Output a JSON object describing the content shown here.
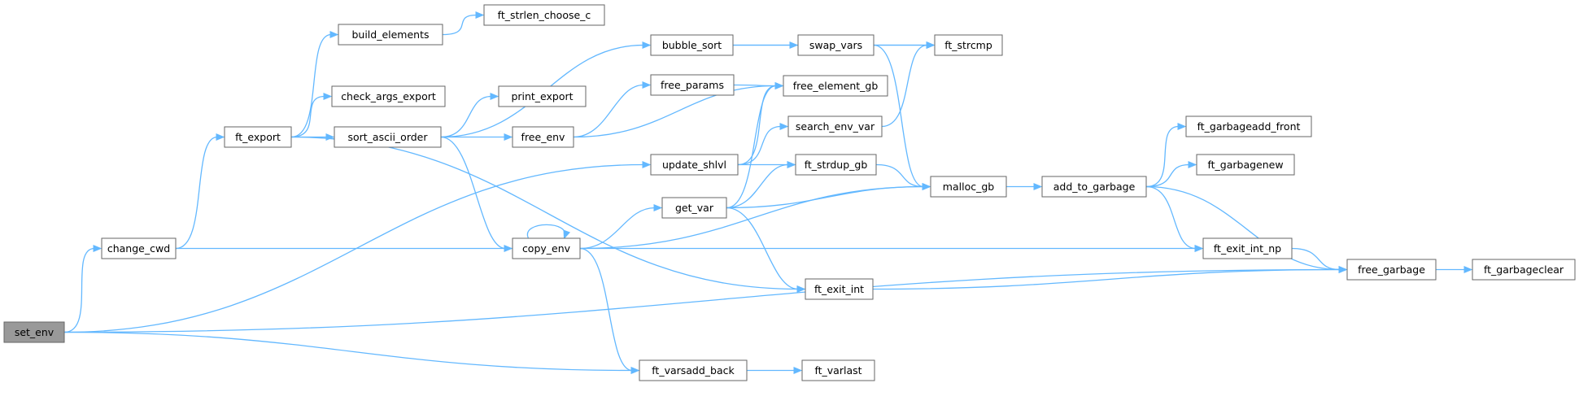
{
  "root": "set_env",
  "colors": {
    "edge": "#63b8ff",
    "node_border": "#666666",
    "node_fill": "#ffffff",
    "root_fill": "#999999"
  },
  "nodes": [
    {
      "id": "set_env",
      "label": "set_env"
    },
    {
      "id": "change_cwd",
      "label": "change_cwd"
    },
    {
      "id": "ft_export",
      "label": "ft_export"
    },
    {
      "id": "build_elements",
      "label": "build_elements"
    },
    {
      "id": "ft_strlen_choose_c",
      "label": "ft_strlen_choose_c"
    },
    {
      "id": "check_args_export",
      "label": "check_args_export"
    },
    {
      "id": "sort_ascii_order",
      "label": "sort_ascii_order"
    },
    {
      "id": "bubble_sort",
      "label": "bubble_sort"
    },
    {
      "id": "print_export",
      "label": "print_export"
    },
    {
      "id": "free_env",
      "label": "free_env"
    },
    {
      "id": "free_params",
      "label": "free_params"
    },
    {
      "id": "swap_vars",
      "label": "swap_vars"
    },
    {
      "id": "ft_strcmp",
      "label": "ft_strcmp"
    },
    {
      "id": "free_element_gb",
      "label": "free_element_gb"
    },
    {
      "id": "search_env_var",
      "label": "search_env_var"
    },
    {
      "id": "update_shlvl",
      "label": "update_shlvl"
    },
    {
      "id": "ft_strdup_gb",
      "label": "ft_strdup_gb"
    },
    {
      "id": "get_var",
      "label": "get_var"
    },
    {
      "id": "copy_env",
      "label": "copy_env"
    },
    {
      "id": "malloc_gb",
      "label": "malloc_gb"
    },
    {
      "id": "add_to_garbage",
      "label": "add_to_garbage"
    },
    {
      "id": "ft_garbageadd_front",
      "label": "ft_garbageadd_front"
    },
    {
      "id": "ft_garbagenew",
      "label": "ft_garbagenew"
    },
    {
      "id": "ft_exit_int_np",
      "label": "ft_exit_int_np"
    },
    {
      "id": "free_garbage",
      "label": "free_garbage"
    },
    {
      "id": "ft_garbageclear",
      "label": "ft_garbageclear"
    },
    {
      "id": "ft_exit_int",
      "label": "ft_exit_int"
    },
    {
      "id": "ft_varsadd_back",
      "label": "ft_varsadd_back"
    },
    {
      "id": "ft_varlast",
      "label": "ft_varlast"
    }
  ],
  "edges": [
    [
      "set_env",
      "change_cwd"
    ],
    [
      "set_env",
      "update_shlvl"
    ],
    [
      "set_env",
      "ft_varsadd_back"
    ],
    [
      "set_env",
      "free_garbage"
    ],
    [
      "change_cwd",
      "ft_export"
    ],
    [
      "change_cwd",
      "ft_exit_int_np"
    ],
    [
      "ft_export",
      "build_elements"
    ],
    [
      "ft_export",
      "check_args_export"
    ],
    [
      "ft_export",
      "sort_ascii_order"
    ],
    [
      "ft_export",
      "ft_exit_int"
    ],
    [
      "build_elements",
      "ft_strlen_choose_c"
    ],
    [
      "sort_ascii_order",
      "bubble_sort"
    ],
    [
      "sort_ascii_order",
      "print_export"
    ],
    [
      "sort_ascii_order",
      "free_env"
    ],
    [
      "sort_ascii_order",
      "copy_env"
    ],
    [
      "bubble_sort",
      "swap_vars"
    ],
    [
      "bubble_sort",
      "ft_strcmp"
    ],
    [
      "swap_vars",
      "ft_strcmp"
    ],
    [
      "swap_vars",
      "malloc_gb"
    ],
    [
      "free_env",
      "free_params"
    ],
    [
      "free_env",
      "free_element_gb"
    ],
    [
      "free_params",
      "free_element_gb"
    ],
    [
      "update_shlvl",
      "free_element_gb"
    ],
    [
      "update_shlvl",
      "search_env_var"
    ],
    [
      "update_shlvl",
      "ft_strdup_gb"
    ],
    [
      "search_env_var",
      "ft_strcmp"
    ],
    [
      "copy_env",
      "copy_env"
    ],
    [
      "copy_env",
      "get_var"
    ],
    [
      "copy_env",
      "malloc_gb"
    ],
    [
      "copy_env",
      "ft_varsadd_back"
    ],
    [
      "get_var",
      "free_element_gb"
    ],
    [
      "get_var",
      "ft_strdup_gb"
    ],
    [
      "get_var",
      "malloc_gb"
    ],
    [
      "get_var",
      "ft_exit_int"
    ],
    [
      "ft_strdup_gb",
      "malloc_gb"
    ],
    [
      "malloc_gb",
      "add_to_garbage"
    ],
    [
      "add_to_garbage",
      "ft_garbageadd_front"
    ],
    [
      "add_to_garbage",
      "ft_garbagenew"
    ],
    [
      "add_to_garbage",
      "ft_exit_int_np"
    ],
    [
      "add_to_garbage",
      "free_garbage"
    ],
    [
      "ft_exit_int_np",
      "free_garbage"
    ],
    [
      "ft_exit_int",
      "free_garbage"
    ],
    [
      "free_garbage",
      "ft_garbageclear"
    ],
    [
      "ft_varsadd_back",
      "ft_varlast"
    ]
  ]
}
